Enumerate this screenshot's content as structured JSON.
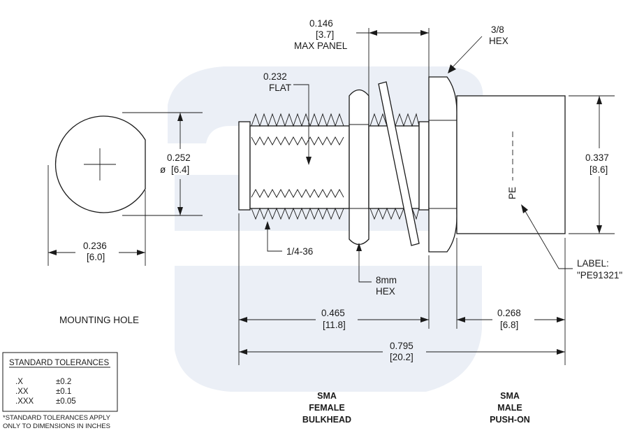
{
  "mounting_hole": {
    "title": "MOUNTING HOLE",
    "width_in": "0.236",
    "width_mm": "[6.0]",
    "dia_in": "0.252",
    "dia_mm": "[6.4]",
    "dia_symbol": "ø"
  },
  "side_view": {
    "max_panel_in": "0.146",
    "max_panel_mm": "[3.7]",
    "max_panel_label": "MAX PANEL",
    "hex38_a": "3/8",
    "hex38_b": "HEX",
    "flat_in": "0.232",
    "flat_label": "FLAT",
    "thread": "1/4-36",
    "hex8_a": "8mm",
    "hex8_b": "HEX",
    "body_dia_in": "0.337",
    "body_dia_mm": "[8.6]",
    "label_a": "LABEL:",
    "label_b": "\"PE91321\"",
    "pe_mark": "PE",
    "len_left_in": "0.465",
    "len_left_mm": "[11.8]",
    "len_right_in": "0.268",
    "len_right_mm": "[6.8]",
    "len_total_in": "0.795",
    "len_total_mm": "[20.2]"
  },
  "connector_left": {
    "line1": "SMA",
    "line2": "FEMALE",
    "line3": "BULKHEAD"
  },
  "connector_right": {
    "line1": "SMA",
    "line2": "MALE",
    "line3": "PUSH-ON"
  },
  "tolerances": {
    "title": "STANDARD TOLERANCES",
    "rows": [
      {
        "key": ".X",
        "val": "±0.2"
      },
      {
        "key": ".XX",
        "val": "±0.1"
      },
      {
        "key": ".XXX",
        "val": "±0.05"
      }
    ],
    "note_line1": "*STANDARD TOLERANCES APPLY",
    "note_line2": "ONLY TO DIMENSIONS IN INCHES"
  }
}
